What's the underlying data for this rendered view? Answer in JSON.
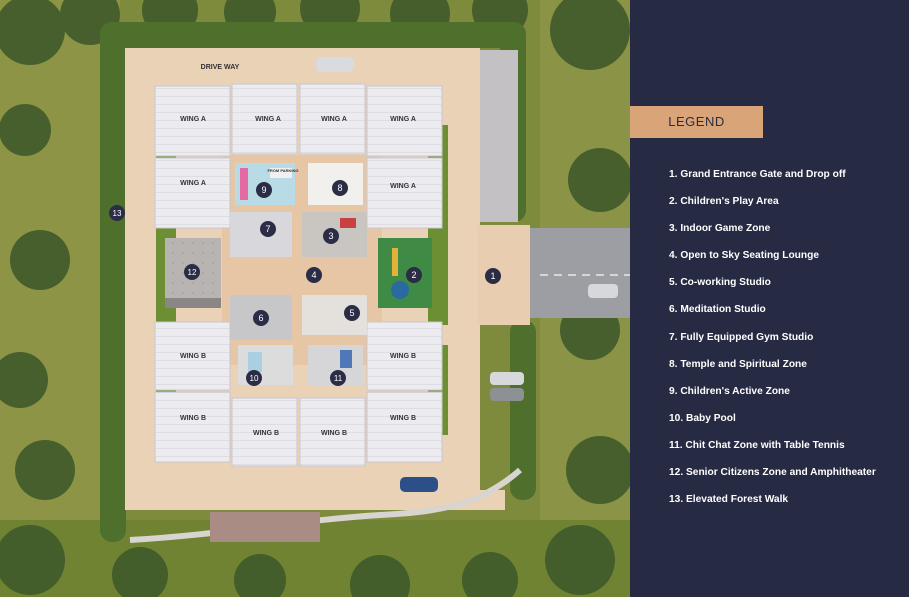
{
  "legend": {
    "title": "LEGEND",
    "items": [
      "1. Grand Entrance Gate and Drop off",
      "2. Children's Play Area",
      "3. Indoor Game Zone",
      "4. Open to Sky Seating Lounge",
      "5. Co-working Studio",
      "6. Meditation Studio",
      "7. Fully Equipped Gym Studio",
      "8. Temple and Spiritual Zone",
      "9. Children's Active Zone",
      "10. Baby Pool",
      "11. Chit Chat Zone with Table Tennis",
      "12. Senior Citizens Zone and Amphitheater",
      "13. Elevated Forest Walk"
    ]
  },
  "plan": {
    "drive_way": "DRIVE WAY",
    "wing_a": "WING A",
    "wing_b": "WING B",
    "from_parking": "FROM PARKING",
    "markers": [
      "1",
      "2",
      "3",
      "4",
      "5",
      "6",
      "7",
      "8",
      "9",
      "10",
      "11",
      "12",
      "13"
    ]
  },
  "colors": {
    "panel": "#262a42",
    "legend_tab": "#d9a478",
    "marker": "#2a2d45",
    "grass": "#7a8f3a",
    "path": "#e8cdb0",
    "roof": "#ecebef"
  }
}
